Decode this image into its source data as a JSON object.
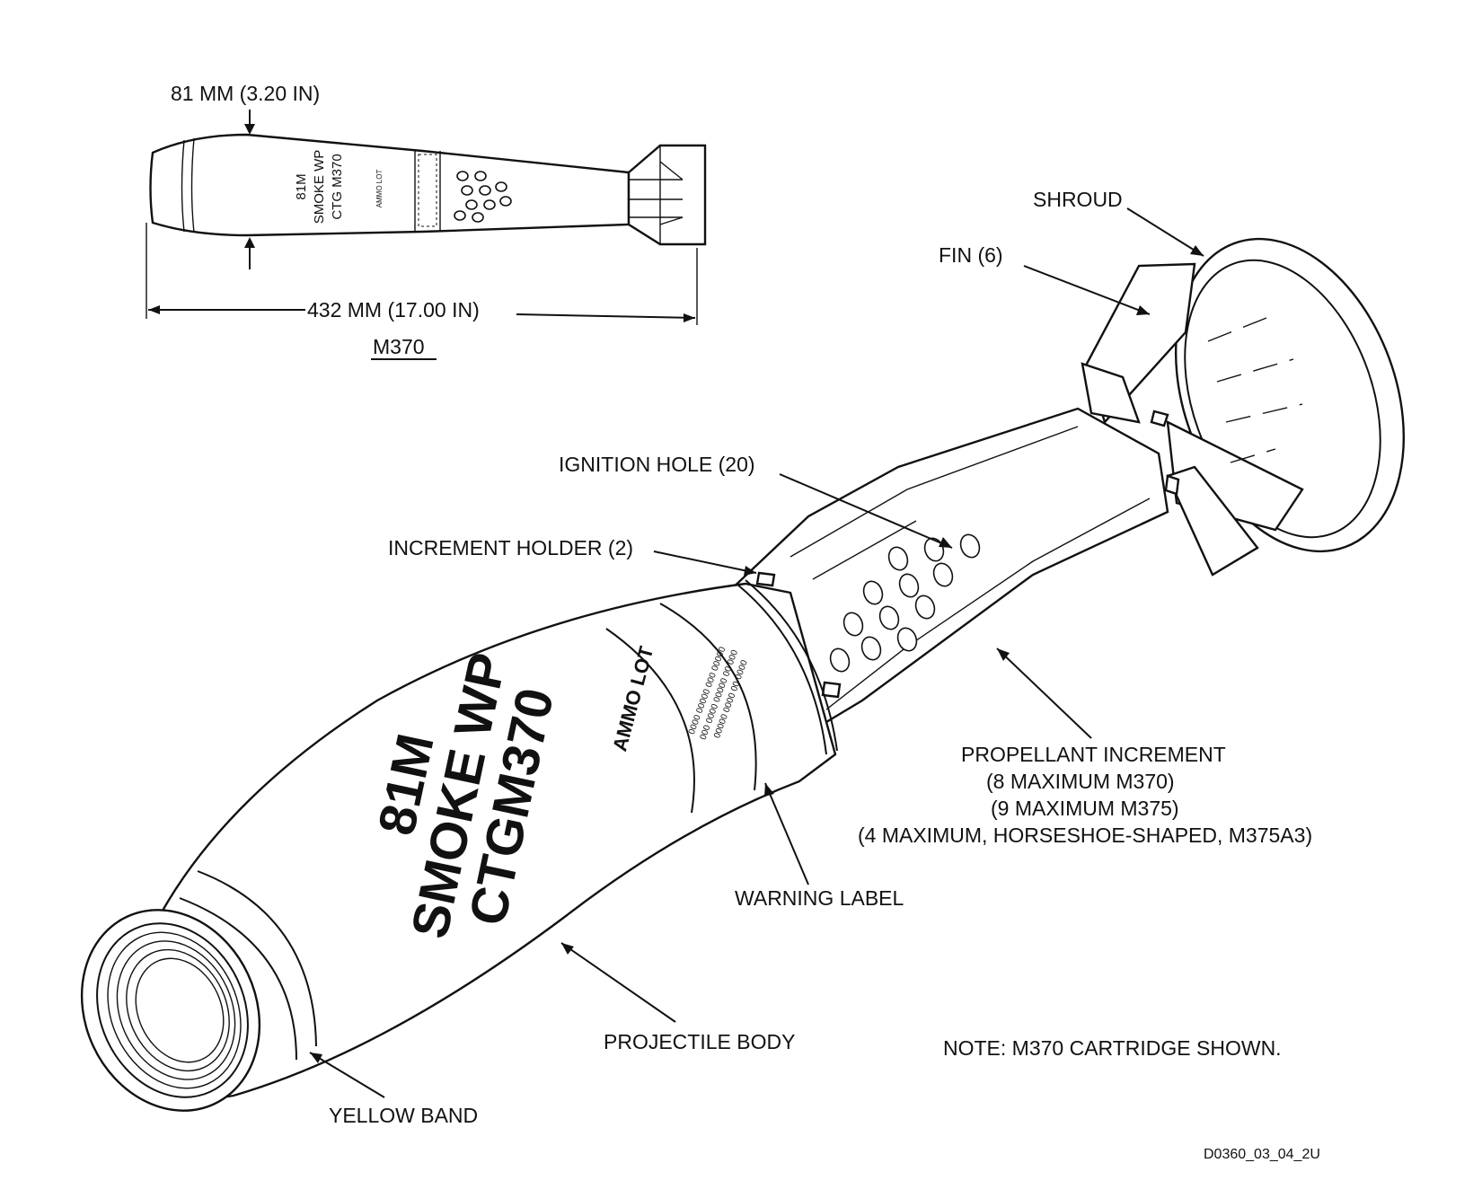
{
  "small_view": {
    "diameter_label": "81 MM (3.20 IN)",
    "length_label": "432 MM (17.00 IN)",
    "model_label": "M370",
    "body_text": [
      "81M",
      "SMOKE WP",
      "CTG M370"
    ],
    "lot_text": "AMMO LOT"
  },
  "callouts": {
    "shroud": "SHROUD",
    "fin": "FIN (6)",
    "ignition_hole": "IGNITION HOLE (20)",
    "increment_holder": "INCREMENT HOLDER (2)",
    "propellant_increment": [
      "PROPELLANT INCREMENT",
      "(8 MAXIMUM M370)",
      "(9 MAXIMUM M375)",
      "(4 MAXIMUM, HORSESHOE-SHAPED, M375A3)"
    ],
    "warning_label": "WARNING LABEL",
    "projectile_body": "PROJECTILE BODY",
    "yellow_band": "YELLOW BAND"
  },
  "main_view": {
    "body_text": [
      "81M",
      "SMOKE WP",
      "CTGM370"
    ],
    "lot_text": "AMMO LOT"
  },
  "note": "NOTE:  M370 CARTRIDGE SHOWN.",
  "figure_id": "D0360_03_04_2U"
}
